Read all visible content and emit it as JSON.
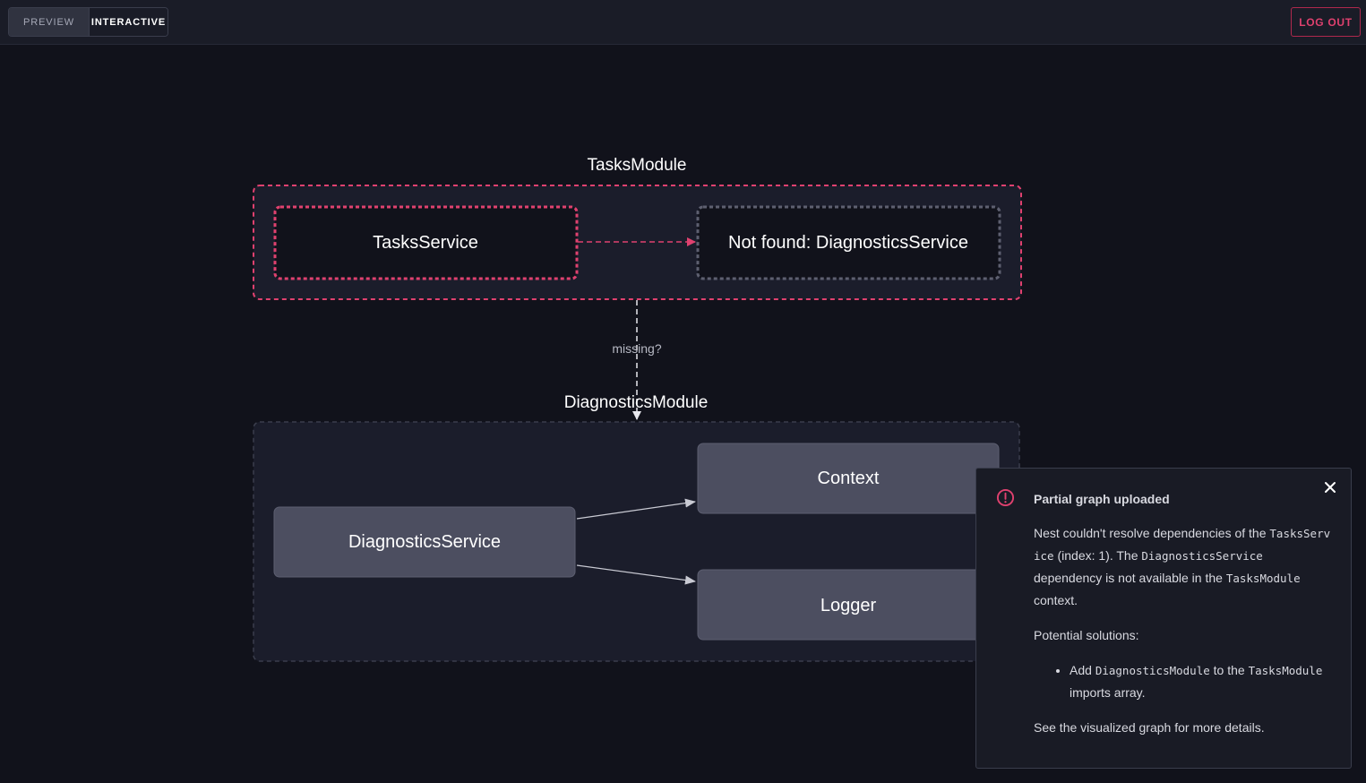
{
  "toolbar": {
    "preview_label": "PREVIEW",
    "interactive_label": "INTERACTIVE",
    "logout_label": "LOG OUT"
  },
  "graph": {
    "tasks_module": {
      "title": "TasksModule",
      "tasks_service": "TasksService",
      "not_found": "Not found: DiagnosticsService"
    },
    "edge_label": "missing?",
    "diagnostics_module": {
      "title": "DiagnosticsModule",
      "diagnostics_service": "DiagnosticsService",
      "context": "Context",
      "logger": "Logger"
    }
  },
  "toast": {
    "title": "Partial graph uploaded",
    "message": {
      "p1": "Nest couldn't resolve dependencies of the ",
      "code1": "TasksService",
      "p2": " (index: 1). The ",
      "code2": "DiagnosticsService",
      "p3": " dependency is not available in the ",
      "code3": "TasksModule",
      "p4": " context."
    },
    "solutions_label": "Potential solutions:",
    "solution": {
      "s1": "Add ",
      "code1": "DiagnosticsModule",
      "s2": " to the ",
      "code2": "TasksModule",
      "s3": " imports array."
    },
    "footer": "See the visualized graph for more details."
  },
  "colors": {
    "background": "#11121b",
    "error_accent": "#e0416f",
    "node_fill": "#4c4e60"
  }
}
